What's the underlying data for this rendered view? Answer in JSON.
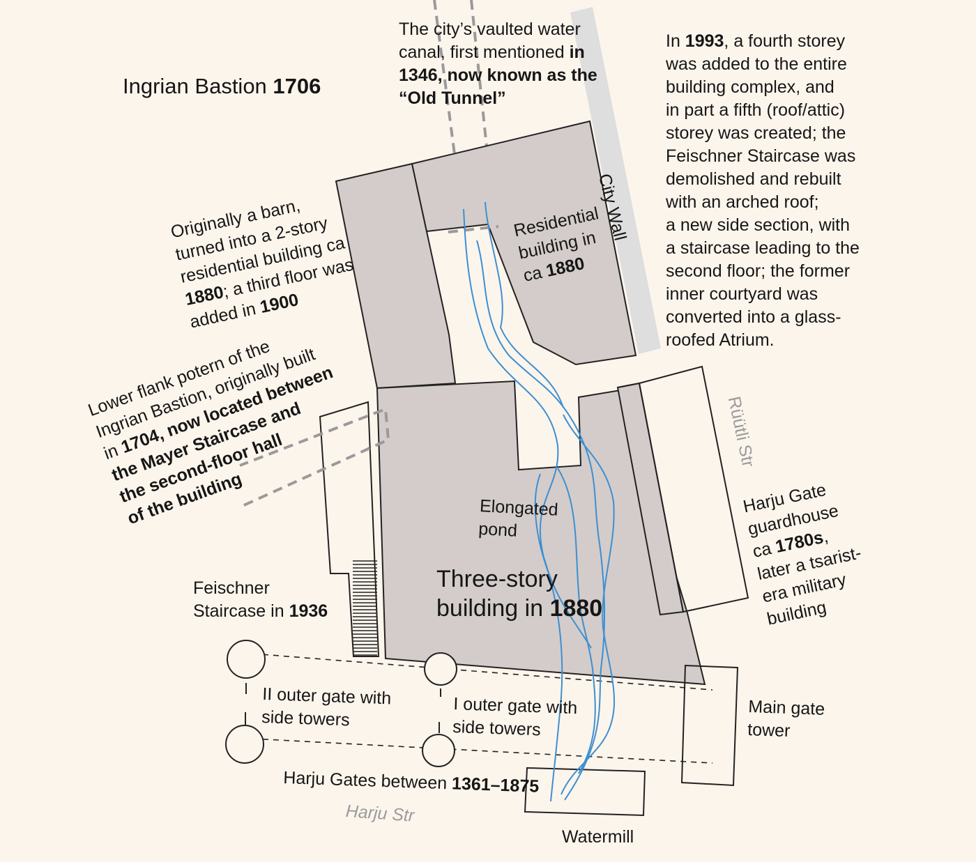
{
  "colors": {
    "background": "#fcf5ec",
    "building": "#d3ccca",
    "city_wall": "#dedede",
    "water": "#3d8fd1",
    "outline": "#222222",
    "dashed": "#9a9a9a",
    "street_text": "#9b9b9b"
  },
  "labels": {
    "bastion": {
      "text": "Ingrian Bastion ",
      "year": "1706"
    },
    "canal": {
      "line1": "The city’s vaulted water",
      "line2a": "canal, first mentioned ",
      "line2b": "in",
      "line3": "1346, now known as the",
      "line4": "“Old Tunnel”"
    },
    "renovation_1993": {
      "line1a": "In ",
      "line1b": "1993",
      "line1c": ", a fourth storey",
      "line2": "was added to the entire",
      "line3": "building complex, and",
      "line4": "in part a fifth (roof/attic)",
      "line5": "storey was created; the",
      "line6": "Feischner Staircase was",
      "line7": "demolished and rebuilt",
      "line8": "with an arched roof;",
      "line9": "a new side section, with",
      "line10": "a staircase leading to the",
      "line11": "second floor; the former",
      "line12": "inner courtyard was",
      "line13": "converted into a glass-",
      "line14": "roofed Atrium."
    },
    "city_wall": "City Wall",
    "barn": {
      "line1": "Originally a barn,",
      "line2": "turned into a 2-story",
      "line3": "residential building ca",
      "line4a": "1880",
      "line4b": "; a third floor was",
      "line5a": "added in ",
      "line5b": "1900"
    },
    "residential": {
      "line1": "Residential",
      "line2": "building in",
      "line3a": "ca ",
      "line3b": "1880"
    },
    "postern": {
      "line1": "Lower flank potern of the",
      "line2": "Ingrian Bastion, originally built",
      "line3a": "in ",
      "line3b": "1704, now located between",
      "line4": "the Mayer Staircase and",
      "line5": "the second-floor hall",
      "line6": "of the building"
    },
    "ruutli": "Rüütli Str",
    "guardhouse": {
      "line1": "Harju Gate",
      "line2": "guardhouse",
      "line3a": "ca ",
      "line3b": "1780s",
      "line3c": ",",
      "line4": "later a tsarist-",
      "line5": "era military",
      "line6": "building"
    },
    "pond": {
      "line1": "Elongated",
      "line2": "pond"
    },
    "main_building": {
      "line1": "Three-story",
      "line2a": "building in ",
      "line2b": "1880"
    },
    "feischner": {
      "line1": "Feischner",
      "line2a": "Staircase in ",
      "line2b": "1936"
    },
    "gate2": {
      "line1": "II outer gate with",
      "line2": "side towers"
    },
    "gate1": {
      "line1": "I outer gate with",
      "line2": "side towers"
    },
    "main_gate": {
      "line1": "Main gate",
      "line2": "tower"
    },
    "harju_gates": {
      "text": "Harju Gates between ",
      "years": "1361–1875"
    },
    "harju_str": "Harju Str",
    "watermill": "Watermill"
  }
}
